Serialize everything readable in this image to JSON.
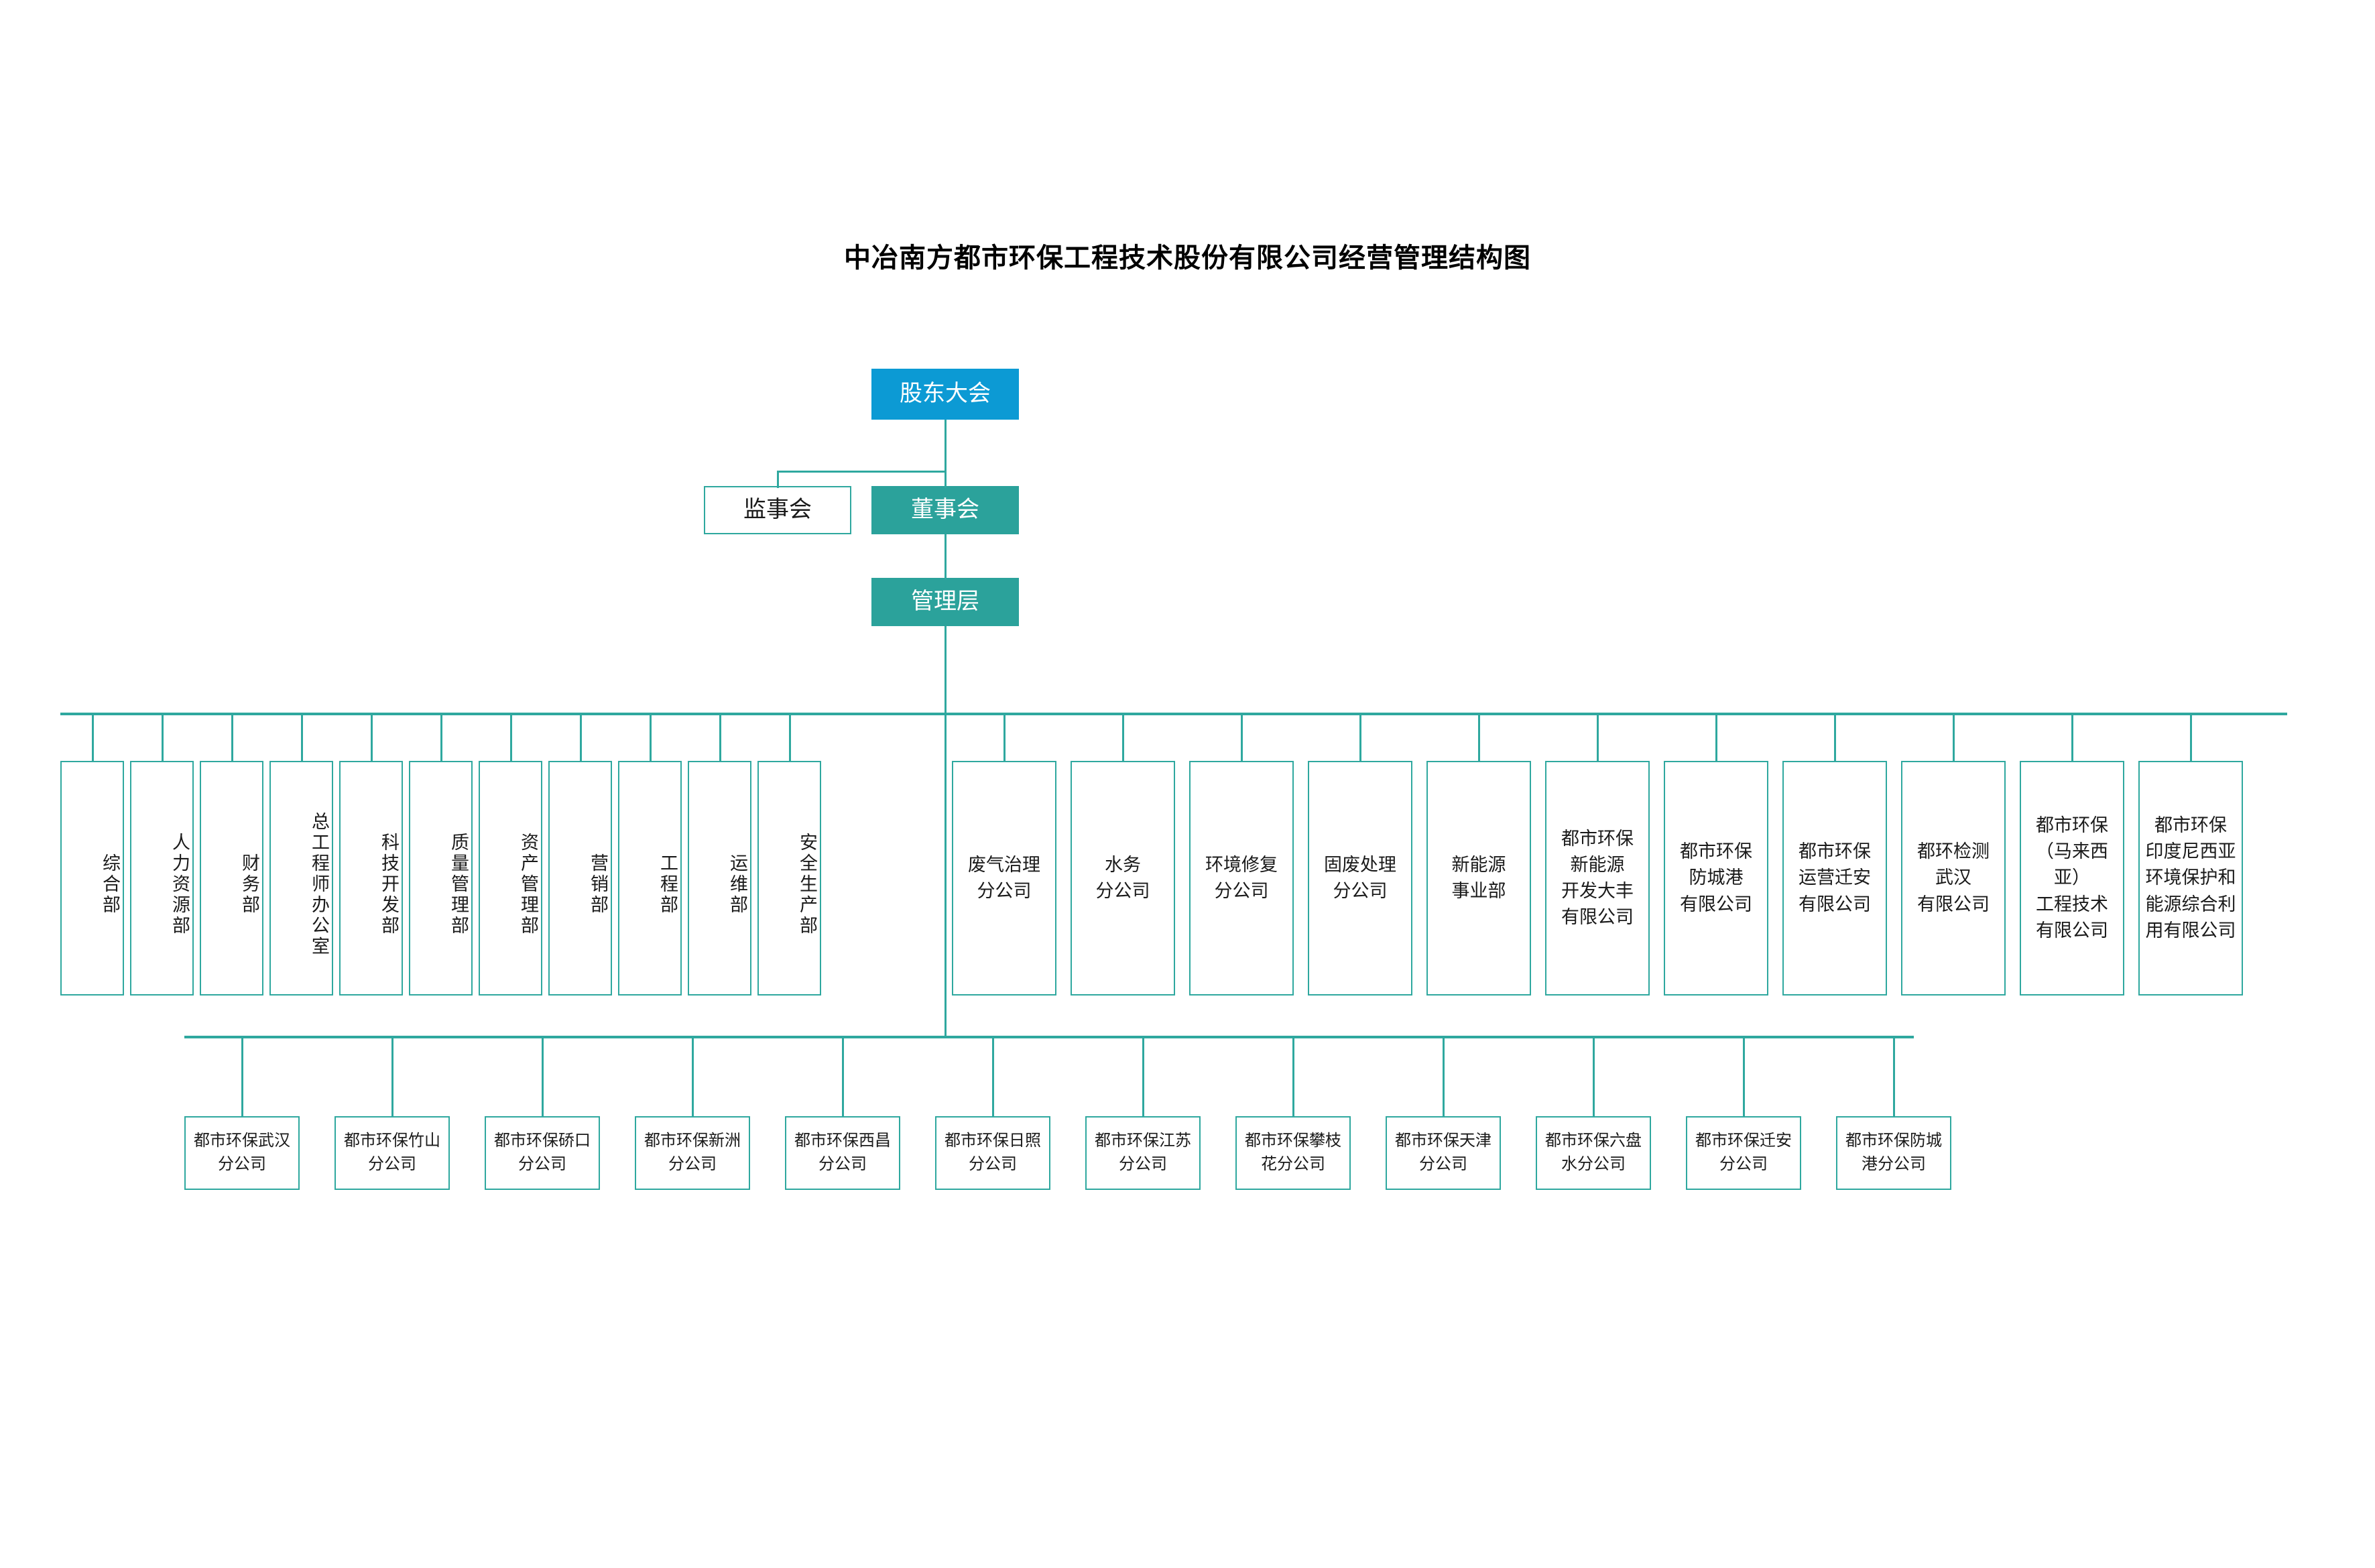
{
  "title": "中冶南方都市环保工程技术股份有限公司经营管理结构图",
  "colors": {
    "shareholders_fill": "#0C9AD4",
    "board_fill": "#2BA29B",
    "management_fill": "#2BA29B",
    "line": "#2FA89F",
    "box_border": "#2FA89F",
    "background": "#FFFFFF"
  },
  "executive": {
    "shareholders": "股东大会",
    "supervisors": "监事会",
    "board": "董事会",
    "management": "管理层"
  },
  "departments_vertical": [
    "综合部",
    "人力资源部",
    "财务部",
    "总工程师办公室",
    "科技开发部",
    "质量管理部",
    "资产管理部",
    "营销部",
    "工程部",
    "运维部",
    "安全生产部"
  ],
  "subsidiaries": [
    {
      "lines": [
        "废气治理",
        "分公司"
      ]
    },
    {
      "lines": [
        "水务",
        "分公司"
      ]
    },
    {
      "lines": [
        "环境修复",
        "分公司"
      ]
    },
    {
      "lines": [
        "固废处理",
        "分公司"
      ]
    },
    {
      "lines": [
        "新能源",
        "事业部"
      ]
    },
    {
      "lines": [
        "都市环保",
        "新能源",
        "开发大丰",
        "有限公司"
      ]
    },
    {
      "lines": [
        "都市环保",
        "防城港",
        "有限公司"
      ]
    },
    {
      "lines": [
        "都市环保",
        "运营迁安",
        "有限公司"
      ]
    },
    {
      "lines": [
        "都环检测",
        "武汉",
        "有限公司"
      ]
    },
    {
      "lines": [
        "都市环保",
        "（马来西亚）",
        "工程技术",
        "有限公司"
      ]
    },
    {
      "lines": [
        "都市环保",
        "印度尼西亚",
        "环境保护和",
        "能源综合利",
        "用有限公司"
      ]
    }
  ],
  "branches": [
    {
      "lines": [
        "都市环保",
        "武汉分公司"
      ]
    },
    {
      "lines": [
        "都市环保",
        "竹山分公司"
      ]
    },
    {
      "lines": [
        "都市环保",
        "硚口分公司"
      ]
    },
    {
      "lines": [
        "都市环保",
        "新洲分公司"
      ]
    },
    {
      "lines": [
        "都市环保",
        "西昌分公司"
      ]
    },
    {
      "lines": [
        "都市环保",
        "日照分公司"
      ]
    },
    {
      "lines": [
        "都市环保",
        "江苏分公司"
      ]
    },
    {
      "lines": [
        "都市环保",
        "攀枝花分公司"
      ]
    },
    {
      "lines": [
        "都市环保",
        "天津分公司"
      ]
    },
    {
      "lines": [
        "都市环保",
        "六盘水分公司"
      ]
    },
    {
      "lines": [
        "都市环保",
        "迁安分公司"
      ]
    },
    {
      "lines": [
        "都市环保",
        "防城港分公司"
      ]
    }
  ]
}
